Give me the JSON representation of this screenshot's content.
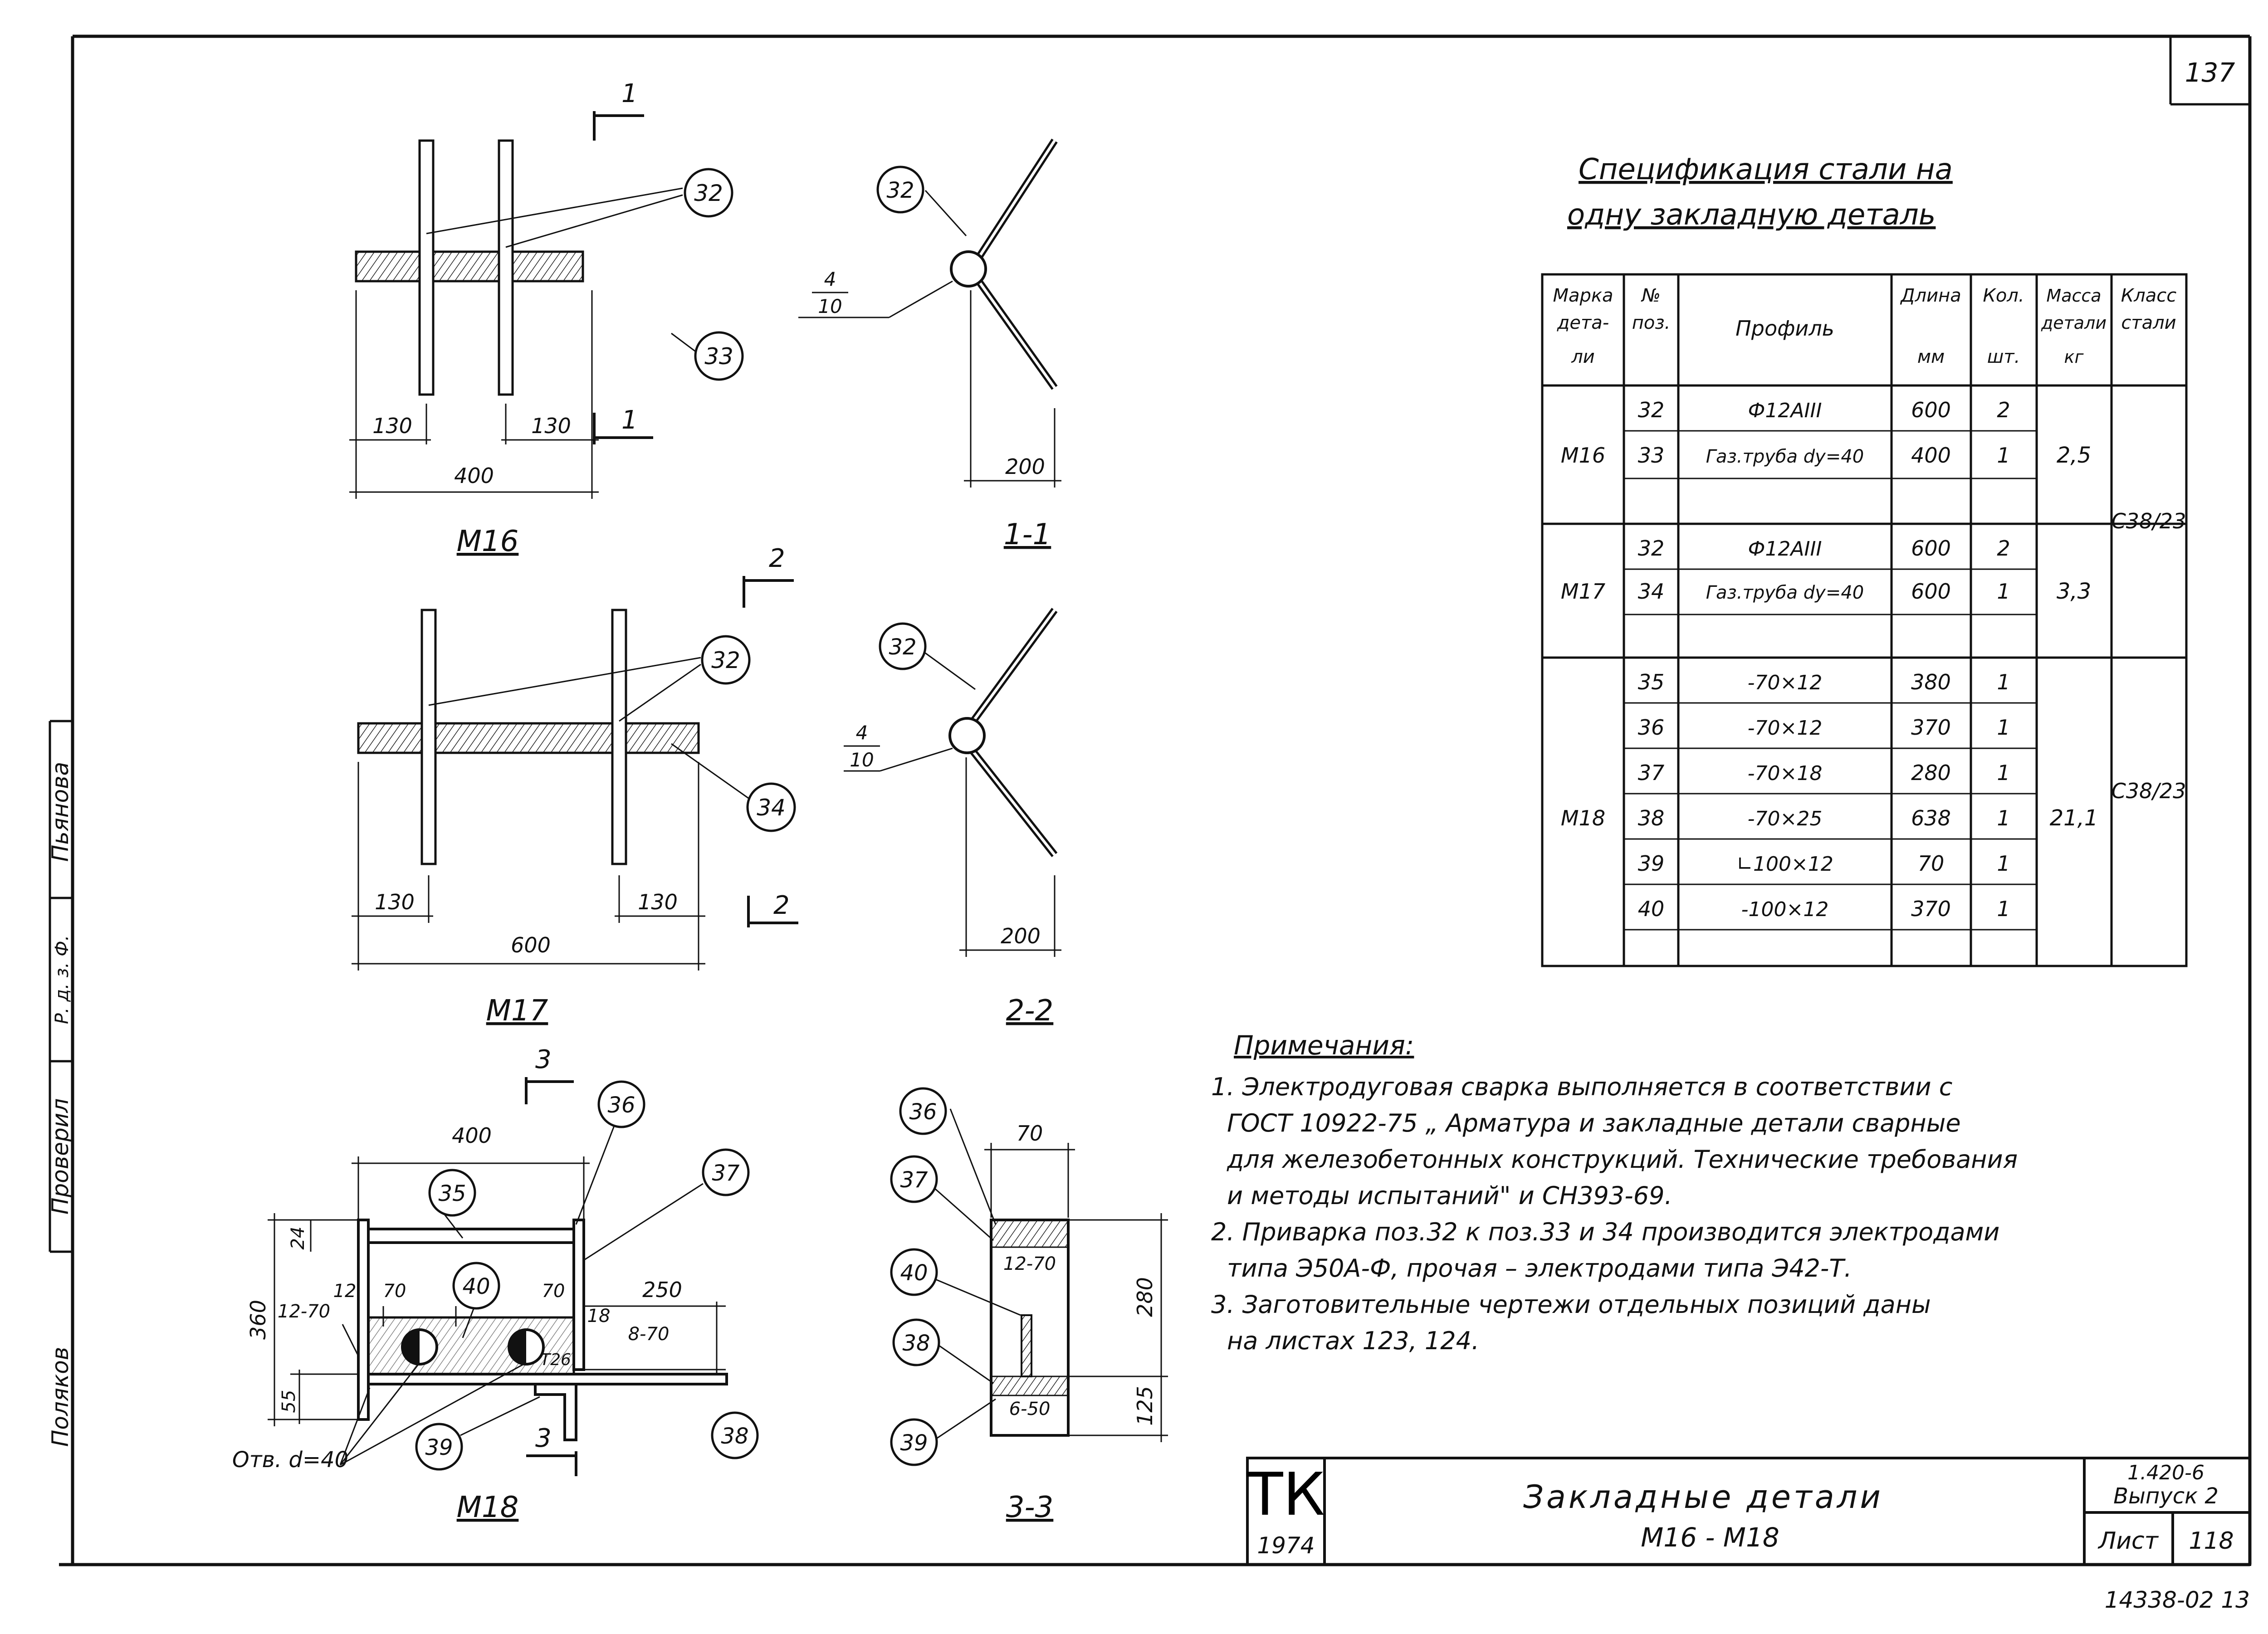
{
  "sheet": {
    "number": "137",
    "archive_number": "14338-02  13"
  },
  "details": {
    "m16": {
      "caption": "M16",
      "section_mark": "1",
      "callouts": [
        "32",
        "33"
      ],
      "dims": {
        "left": "130",
        "right": "130",
        "total": "400"
      }
    },
    "s11": {
      "caption": "1-1",
      "callout": "32",
      "weld_top": "4",
      "weld_bottom": "10",
      "dim": "200"
    },
    "m17": {
      "caption": "M17",
      "section_mark": "2",
      "callouts": [
        "32",
        "34"
      ],
      "dims": {
        "left": "130",
        "right": "130",
        "total": "600"
      }
    },
    "s22": {
      "caption": "2-2",
      "callout": "32",
      "weld_top": "4",
      "weld_bottom": "10",
      "dim": "200"
    },
    "m18": {
      "caption": "M18",
      "section_mark": "3",
      "callouts": [
        "35",
        "36",
        "37",
        "40",
        "39",
        "38"
      ],
      "dims": {
        "top": "400",
        "height": "360",
        "t24": "24",
        "t12": "12",
        "w12_70a": "12-70",
        "d70a": "70",
        "d70b": "70",
        "d250": "250",
        "d18": "18",
        "w8_70": "8-70",
        "d55": "55",
        "t26": "T26"
      },
      "hole_note": "Отв. d=40"
    },
    "s33": {
      "caption": "3-3",
      "callouts": [
        "36",
        "37",
        "40",
        "38",
        "39"
      ],
      "dims": {
        "width": "70",
        "height": "280",
        "bottom": "125",
        "weld_top": "12-70",
        "weld_bottom": "6-50"
      }
    }
  },
  "spec": {
    "title_line1": "Спецификация стали на",
    "title_line2": "одну закладную деталь",
    "headers": {
      "mark": [
        "Марка",
        "дета-",
        "ли"
      ],
      "pos": [
        "№",
        "поз."
      ],
      "profile": "Профиль",
      "length": [
        "Длина",
        "мм"
      ],
      "qty": [
        "Кол.",
        "шт."
      ],
      "mass": [
        "Масса",
        "детали",
        "кг"
      ],
      "class": [
        "Класс",
        "стали"
      ]
    },
    "groups": [
      {
        "mark": "M16",
        "mass": "2,5",
        "rows": [
          {
            "pos": "32",
            "profile": "Ф12АIII",
            "length": "600",
            "qty": "2"
          },
          {
            "pos": "33",
            "profile": "Газ.труба dy=40",
            "length": "400",
            "qty": "1"
          }
        ]
      },
      {
        "mark": "M17",
        "mass": "3,3",
        "rows": [
          {
            "pos": "32",
            "profile": "Ф12АIII",
            "length": "600",
            "qty": "2"
          },
          {
            "pos": "34",
            "profile": "Газ.труба dy=40",
            "length": "600",
            "qty": "1"
          }
        ]
      },
      {
        "mark": "M18",
        "mass": "21,1",
        "rows": [
          {
            "pos": "35",
            "profile": "-70×12",
            "length": "380",
            "qty": "1"
          },
          {
            "pos": "36",
            "profile": "-70×12",
            "length": "370",
            "qty": "1"
          },
          {
            "pos": "37",
            "profile": "-70×18",
            "length": "280",
            "qty": "1"
          },
          {
            "pos": "38",
            "profile": "-70×25",
            "length": "638",
            "qty": "1"
          },
          {
            "pos": "39",
            "profile": "∟100×12",
            "length": "70",
            "qty": "1"
          },
          {
            "pos": "40",
            "profile": "-100×12",
            "length": "370",
            "qty": "1"
          }
        ]
      }
    ],
    "class_top": "C38/23",
    "class_bottom": "C38/23"
  },
  "notes": {
    "title": "Примечания:",
    "lines": [
      "1. Электродуговая сварка выполняется в соответствии с",
      "ГОСТ 10922-75 „ Арматура и закладные детали сварные",
      "для железобетонных конструкций. Технические требования",
      "и методы испытаний\" и СН393-69.",
      "2. Приварка поз.32 к поз.33 и 34 производится электродами",
      "типа Э50А-Ф, прочая – электродами типа Э42-Т.",
      "3. Заготовительные чертежи отдельных позиций даны",
      "на листах 123, 124."
    ]
  },
  "title_block": {
    "logo": "ТК",
    "year": "1974",
    "title": "Закладные детали",
    "subtitle": "М16 - М18",
    "series": "1.420-6",
    "issue": "Выпуск 2",
    "sheet_label": "Лист",
    "sheet_value": "118"
  },
  "margin": {
    "checked": "Проверил",
    "drafter": "Пьянова",
    "compiled": "Поляков"
  }
}
